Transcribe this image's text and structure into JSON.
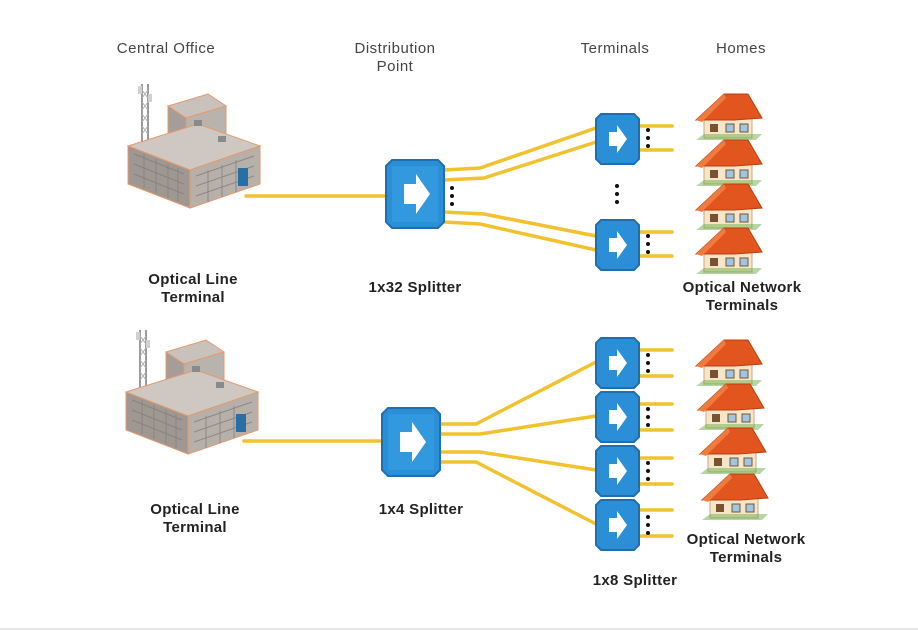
{
  "columns": {
    "central_office": "Central Office",
    "distribution_line1": "Distribution",
    "distribution_line2": "Point",
    "terminals": "Terminals",
    "homes": "Homes"
  },
  "top": {
    "olt_line1": "Optical Line",
    "olt_line2": "Terminal",
    "splitter": "1x32 Splitter",
    "ont_line1": "Optical Network",
    "ont_line2": "Terminals"
  },
  "bottom": {
    "olt_line1": "Optical Line",
    "olt_line2": "Terminal",
    "splitter": "1x4 Splitter",
    "terminal_splitter": "1x8 Splitter",
    "ont_line1": "Optical Network",
    "ont_line2": "Terminals"
  },
  "colors": {
    "fiber": "#f2c12e",
    "splitter_blue": "#2a8fd6",
    "splitter_dark": "#1f6fb0",
    "roof": "#e2551e",
    "building": "#b9b3ae"
  }
}
